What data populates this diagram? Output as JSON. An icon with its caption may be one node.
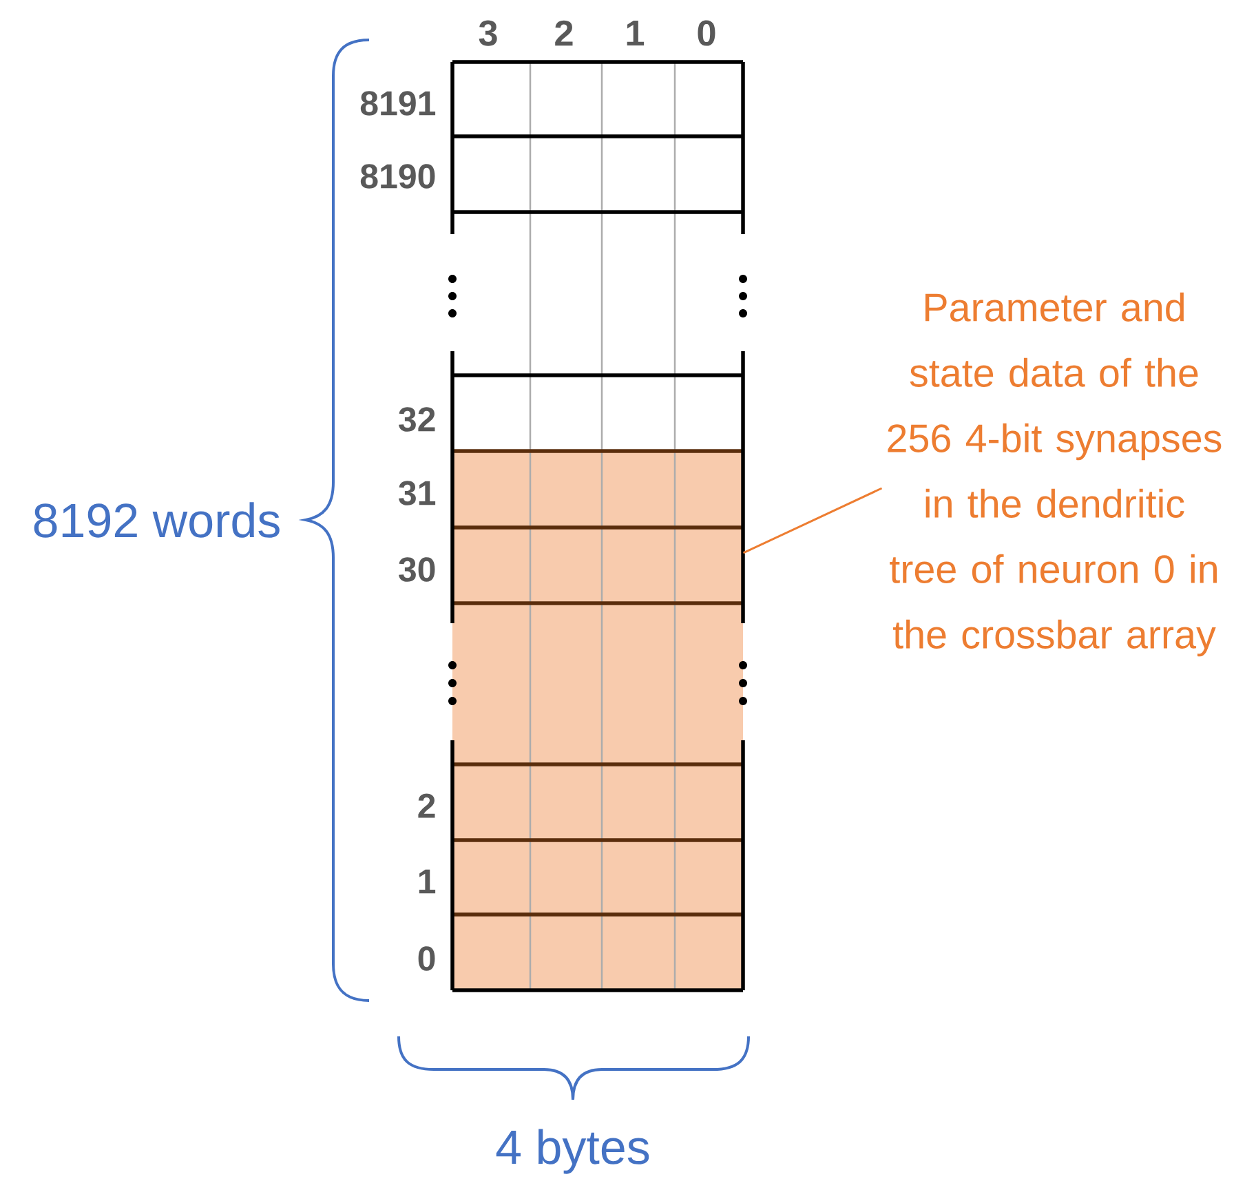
{
  "diagram": {
    "nodes": [
      {
        "text": [
          "Parameter and state data of the 256 4-bit synapses in the dendritic tree of neuron 0 in the crossbar array"
        ]
      },
      {
        "text": [],
        "shape": "box"
      }
    ],
    "edges": [
      {
        "from": 0,
        "to": 1,
        "arrow": "none"
      }
    ],
    "labels": [
      "3",
      "2",
      "1",
      "0",
      "8191",
      "8190",
      "32",
      "31",
      "30",
      "2",
      "1",
      "0",
      "8192 words",
      "4 bytes"
    ]
  }
}
